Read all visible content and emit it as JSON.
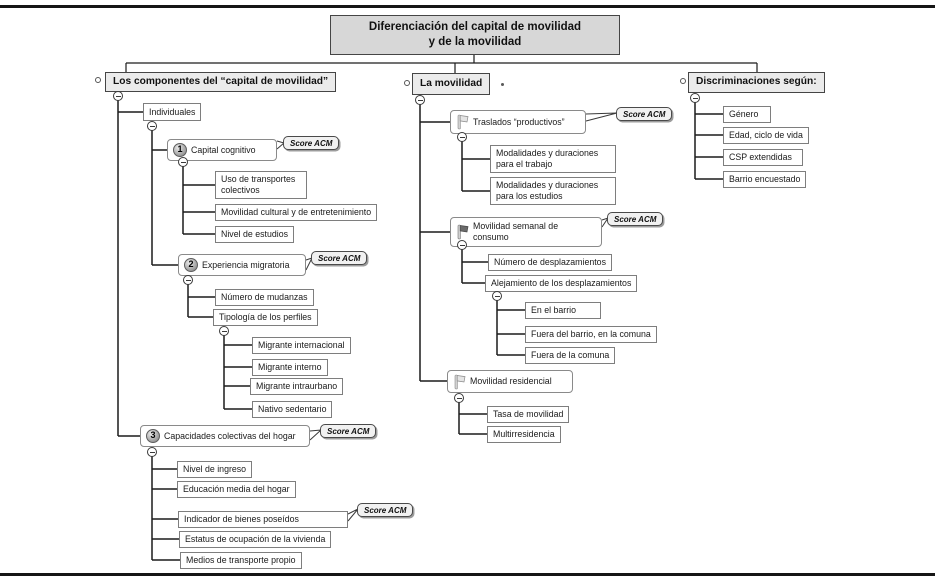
{
  "title_line1": "Diferenciación del capital de movilidad",
  "title_line2": "y de la movilidad",
  "score_badge": "Score ACM",
  "left_branch": {
    "header": "Los componentes del “capital de movilidad”",
    "individuales": "Individuales",
    "capital_cognitivo": {
      "number": "1",
      "label": "Capital cognitivo"
    },
    "capital_cognitivo_children": [
      "Uso de transportes colectivos",
      "Movilidad cultural y de entretenimiento",
      "Nivel de estudios"
    ],
    "experiencia_migratoria": {
      "number": "2",
      "label": "Experiencia migratoria"
    },
    "experiencia_children": [
      "Número de mudanzas",
      "Tipología de los perfiles"
    ],
    "tipologia_children": [
      "Migrante internacional",
      "Migrante interno",
      "Migrante intraurbano",
      "Nativo sedentario"
    ],
    "capacidades": {
      "number": "3",
      "label": "Capacidades colectivas del hogar"
    },
    "capacidades_children": [
      "Nivel de ingreso",
      "Educación media del hogar",
      "Indicador de bienes poseídos",
      "Estatus de ocupación de la vivienda",
      "Medios de transporte propio"
    ]
  },
  "middle_branch": {
    "header": "La movilidad",
    "traslados": "Traslados “productivos”",
    "traslados_children": [
      "Modalidades y duraciones para el trabajo",
      "Modalidades y duraciones para los estudios"
    ],
    "semanal": "Movilidad semanal de consumo",
    "semanal_children": [
      "Número de desplazamientos",
      "Alejamiento de los desplazamientos"
    ],
    "alejamiento_children": [
      "En el barrio",
      "Fuera del barrio, en la comuna",
      "Fuera de la comuna"
    ],
    "residencial": "Movilidad residencial",
    "residencial_children": [
      "Tasa de movilidad",
      "Multirresidencia"
    ]
  },
  "right_branch": {
    "header": "Discriminaciones según:",
    "children": [
      "Género",
      "Edad, ciclo de vida",
      "CSP extendidas",
      "Barrio encuestado"
    ]
  }
}
